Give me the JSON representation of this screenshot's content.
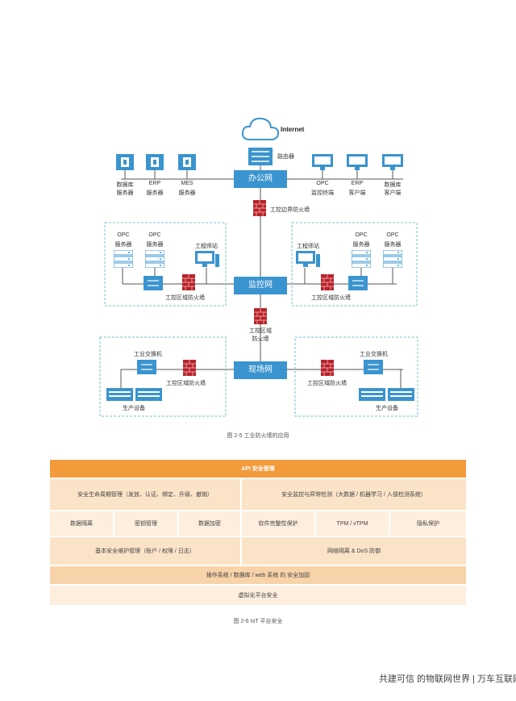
{
  "network_diagram": {
    "cloud_label": "Internet",
    "router_label": "路由器",
    "office_net": "办公网",
    "monitor_net": "监控网",
    "field_net": "现场网",
    "boundary_firewall": "工控边界防火墙",
    "mid_firewall_line1": "工控区域",
    "mid_firewall_line2": "防火墙",
    "office_servers": [
      {
        "line1": "数据库",
        "line2": "服务器"
      },
      {
        "line1": "ERP",
        "line2": "服务器"
      },
      {
        "line1": "MES",
        "line2": "服务器"
      }
    ],
    "office_clients": [
      {
        "line1": "OPC",
        "line2": "监控终端"
      },
      {
        "line1": "ERP",
        "line2": "客户端"
      },
      {
        "line1": "数据库",
        "line2": "客户端"
      }
    ],
    "left_monitor": {
      "servers": [
        {
          "line1": "OPC",
          "line2": "服务器"
        },
        {
          "line1": "OPC",
          "line2": "服务器"
        }
      ],
      "workstation": "工程师站",
      "firewall": "工控区域防火墙"
    },
    "right_monitor": {
      "servers": [
        {
          "line1": "OPC",
          "line2": "服务器"
        },
        {
          "line1": "OPC",
          "line2": "服务器"
        }
      ],
      "workstation": "工程师站",
      "firewall": "工控区域防火墙"
    },
    "left_field": {
      "switch": "工业交换机",
      "firewall": "工控区域防火墙",
      "devices": "生产设备"
    },
    "right_field": {
      "switch": "工业交换机",
      "firewall": "工控区域防火墙",
      "devices": "生产设备"
    }
  },
  "caption_1": "图 2-5 工业防火墙的应用",
  "security_table": {
    "header": "API 安全管理",
    "row1": [
      "安全生命周期管理（发放、认证、绑定、升级、撤销）",
      "安全监控与异常检测（大数据 / 机器学习 / 入侵检测系统）"
    ],
    "row2": [
      "数据隔离",
      "密钥管理",
      "数据加密",
      "软件完整性保护",
      "TPM / vTPM",
      "隐私保护"
    ],
    "row3": [
      "基本安全维护管理（账户 / 权限 / 日志）",
      "网络隔离 & DoS 防御"
    ],
    "row4": "操作系统 / 数据库 / web 系统 的 安全加固",
    "row5": "虚拟化平台安全",
    "colors": {
      "header": "#f39a3b",
      "light": "#fbe3c8",
      "lighter": "#fdeedd",
      "mid": "#f8d3aa"
    }
  },
  "caption_2": "图 2-6 IoT 平台安全",
  "watermark": "共建可信   的物联网世界 | 万车互联网"
}
